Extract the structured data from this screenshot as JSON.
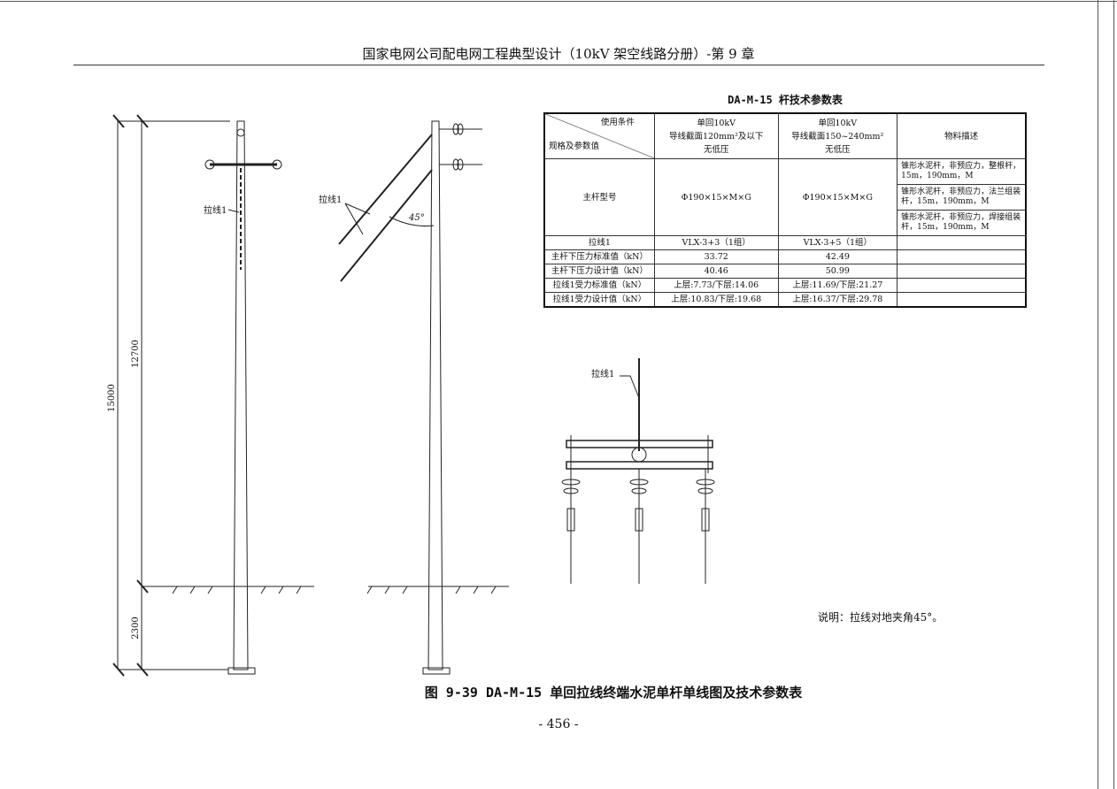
{
  "header": {
    "title": "国家电网公司配电网工程典型设计（10kV 架空线路分册）-第 9 章"
  },
  "drawings": {
    "left_pole": {
      "guy_label": "拉线1",
      "dim_total": "15000",
      "dim_above": "12700",
      "dim_below": "2300"
    },
    "side_pole": {
      "guy_label": "拉线1",
      "angle_label": "45°"
    },
    "detail": {
      "guy_label": "拉线1"
    }
  },
  "table": {
    "title": "DA-M-15 杆技术参数表",
    "corner_top": "使用条件",
    "corner_bottom": "规格及参数值",
    "col1_header": [
      "单回10kV",
      "导线截面120mm²及以下",
      "无低压"
    ],
    "col2_header": [
      "单回10kV",
      "导线截面150~240mm²",
      "无低压"
    ],
    "col3_header": "物料描述",
    "rows": [
      {
        "label": "主杆型号",
        "c1": "Φ190×15×M×G",
        "c2": "Φ190×15×M×G"
      },
      {
        "label": "拉线1",
        "c1": "VLX-3+3（1组）",
        "c2": "VLX-3+5（1组）",
        "c3": ""
      },
      {
        "label": "主杆下压力标准值（kN）",
        "c1": "33.72",
        "c2": "42.49",
        "c3": ""
      },
      {
        "label": "主杆下压力设计值（kN）",
        "c1": "40.46",
        "c2": "50.99",
        "c3": ""
      },
      {
        "label": "拉线1受力标准值（kN）",
        "c1": "上层:7.73/下层:14.06",
        "c2": "上层:11.69/下层:21.27",
        "c3": ""
      },
      {
        "label": "拉线1受力设计值（kN）",
        "c1": "上层:10.83/下层:19.68",
        "c2": "上层:16.37/下层:29.78",
        "c3": ""
      }
    ],
    "materials": [
      "锥形水泥杆，非预应力，整根杆，15m，190mm，M",
      "锥形水泥杆，非预应力，法兰组装杆，15m，190mm，M",
      "锥形水泥杆，非预应力，焊接组装杆，15m，190mm，M"
    ]
  },
  "note": "说明：拉线对地夹角45°。",
  "caption": "图 9-39  DA-M-15 单回拉线终端水泥单杆单线图及技术参数表",
  "page_number": "- 456 -"
}
